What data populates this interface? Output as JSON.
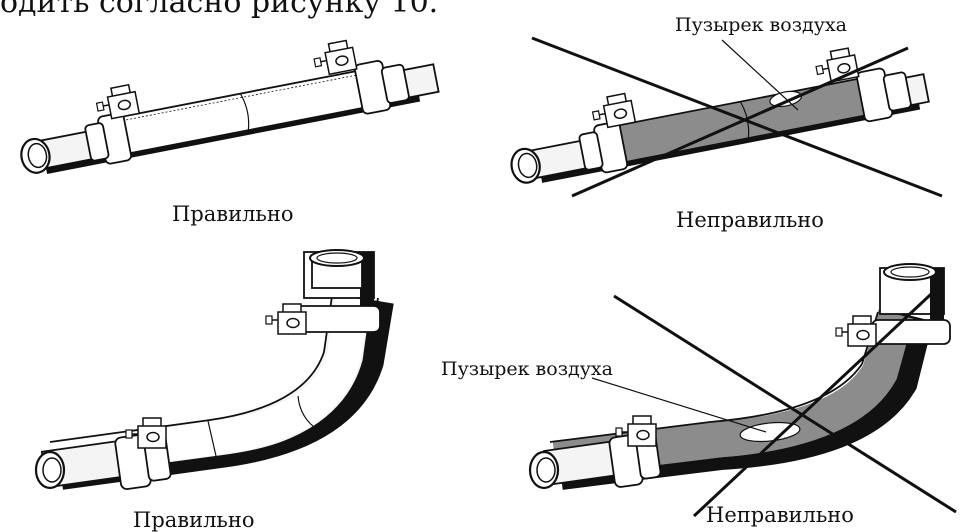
{
  "header": {
    "text": "одить согласно рисунку 10."
  },
  "figures": {
    "top_left": {
      "caption": "Правильно"
    },
    "top_right": {
      "caption": "Неправильно",
      "callout": "Пузырек воздуха"
    },
    "bottom_left": {
      "caption": "Правильно"
    },
    "bottom_right": {
      "caption": "Неправильно",
      "callout": "Пузырек воздуха"
    }
  },
  "colors": {
    "ink": "#111111",
    "paper": "#ffffff",
    "tape_gray": "#8c8c8c",
    "pipe_light": "#f4f4f4"
  }
}
